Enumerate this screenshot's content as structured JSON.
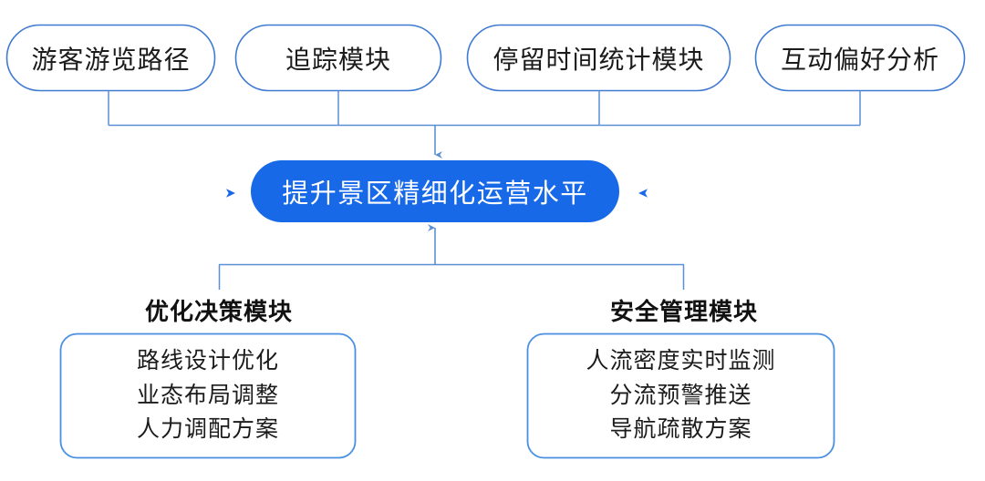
{
  "diagram": {
    "title_center": "提升景区精细化运营水平",
    "colors": {
      "node_border": "#3f7ad1",
      "center_fill": "#1769e8",
      "center_text": "#ffffff",
      "connector": "#5b8fd4",
      "panel_border": "#4a90e2",
      "text": "#1b1b1b",
      "background": "#ffffff"
    },
    "top_nodes": [
      {
        "label": "游客游览路径"
      },
      {
        "label": "追踪模块"
      },
      {
        "label": "停留时间统计模块"
      },
      {
        "label": "互动偏好分析"
      }
    ],
    "center_node": {
      "label": "提升景区精细化运营水平"
    },
    "side_arrows": {
      "left": "inbound-arrow-left",
      "right": "inbound-arrow-right"
    },
    "bottom_groups": [
      {
        "heading": "优化决策模块",
        "items": [
          "路线设计优化",
          "业态布局调整",
          "人力调配方案"
        ]
      },
      {
        "heading": "安全管理模块",
        "items": [
          "人流密度实时监测",
          "分流预警推送",
          "导航疏散方案"
        ]
      }
    ]
  }
}
